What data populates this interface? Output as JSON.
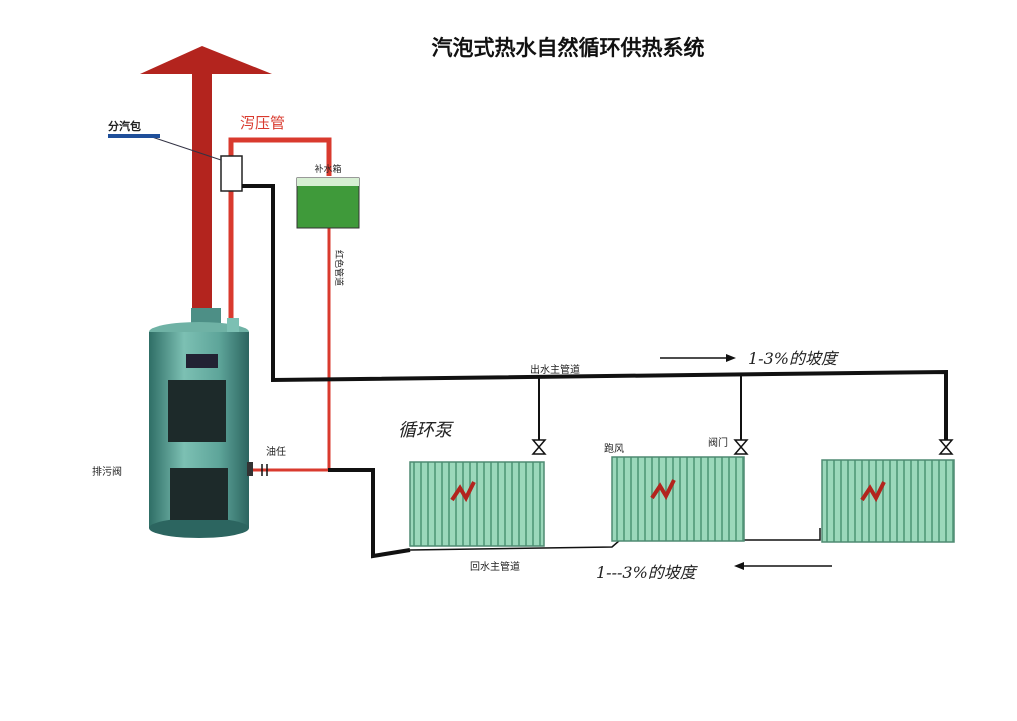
{
  "title": "汽泡式热水自然循环供热系统",
  "labels": {
    "steam_drum": "分汽包",
    "pressure_pipe": "泻压管",
    "makeup_tank": "补水箱",
    "red_pipe": "红色管道",
    "supply_main": "出水主管道",
    "slope_top": "1-3%的坡度",
    "pump": "循环泵",
    "vent": "跑风",
    "valve": "阀门",
    "oil_seal": "油任",
    "drain": "排污阀",
    "return_main": "回水主管道",
    "slope_bottom": "1---3%的坡度"
  },
  "colors": {
    "chimney": "#b3241e",
    "red_pipe": "#d93a2e",
    "black_pipe": "#111111",
    "boiler_body": "#5ea59a",
    "radiator": "#8fd0b0",
    "tank_water": "#3f9a3a",
    "drum_underline": "#1f4f9a"
  }
}
